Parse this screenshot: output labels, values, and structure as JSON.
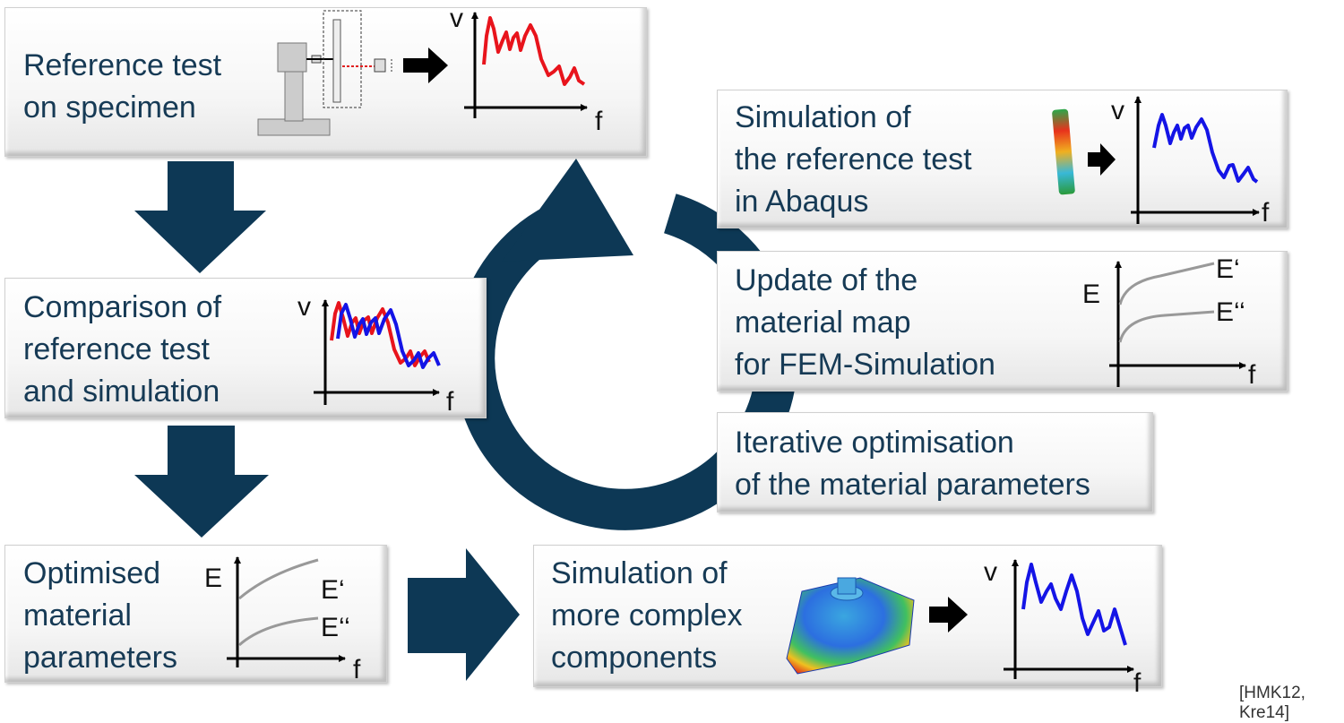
{
  "boxes": {
    "reference_test": {
      "lines": [
        "Reference test",
        "on specimen"
      ]
    },
    "simulation_reference": {
      "lines": [
        "Simulation of",
        "the reference test",
        "in Abaqus"
      ]
    },
    "update_material_map": {
      "lines": [
        "Update of the",
        "material map",
        "for FEM-Simulation"
      ]
    },
    "comparison": {
      "lines": [
        "Comparison of",
        "reference test",
        "and simulation"
      ]
    },
    "iterative_optimisation": {
      "lines": [
        "Iterative optimisation",
        "of the material parameters"
      ]
    },
    "optimised_parameters": {
      "lines": [
        "Optimised",
        "material",
        "parameters"
      ]
    },
    "simulation_complex": {
      "lines": [
        "Simulation of",
        "more complex",
        "components"
      ]
    }
  },
  "axes": {
    "v": "v",
    "f": "f",
    "E": "E",
    "E_storage": "E‘",
    "E_loss": "E‘‘"
  },
  "citation": "[HMK12, Kre14]",
  "colors": {
    "navy": "#0d3855",
    "measured": "#e8141c",
    "simulated": "#1414e6",
    "modulus": "#999999"
  }
}
